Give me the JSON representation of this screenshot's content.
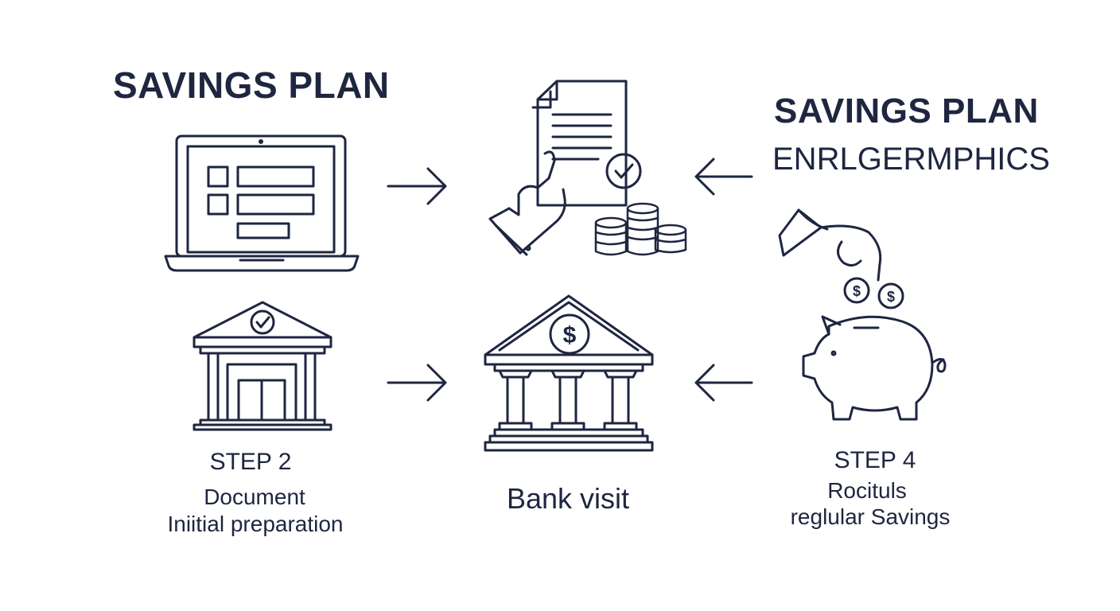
{
  "titles": {
    "left": "SAVINGS PLAN",
    "right": "SAVINGS PLAN",
    "right_subtitle": "ENRLGERMPHICS"
  },
  "steps": {
    "step2": {
      "label": "STEP 2",
      "line1": "Document",
      "line2": "Iniitial preparation"
    },
    "bank": {
      "label": "Bank visit"
    },
    "step4": {
      "label": "STEP 4",
      "line1": "Rocituls",
      "line2": "reglular Savings"
    }
  },
  "icon_symbols": {
    "dollar": "$"
  },
  "colors": {
    "ink": "#1e2640",
    "background": "#ffffff"
  }
}
